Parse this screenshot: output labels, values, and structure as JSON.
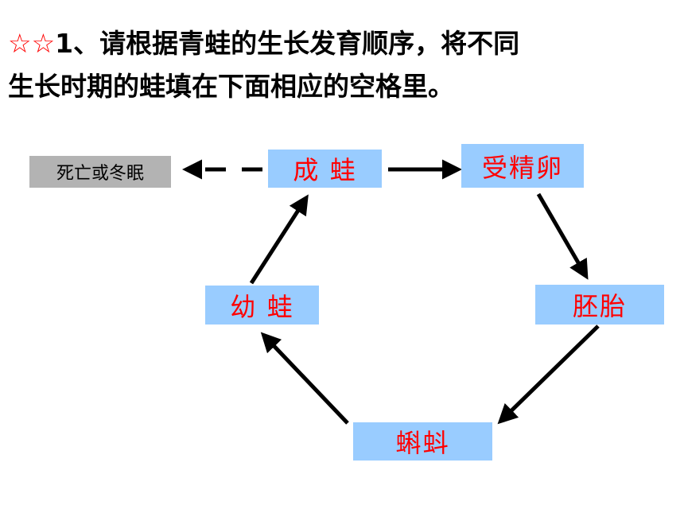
{
  "title": {
    "stars": "☆☆",
    "line1": "1、请根据青蛙的生长发育顺序，将不同",
    "line2": "生长时期的蛙填在下面相应的空格里。"
  },
  "stages": {
    "adult": "成 蛙",
    "egg": "受精卵",
    "embryo": "胚胎",
    "tadpole": "蝌蚪",
    "froglet": "幼 蛙"
  },
  "death_label": "死亡或冬眠",
  "colors": {
    "stage_box": "#99ccff",
    "stage_text": "#ff0000",
    "death_box": "#b3b3b3",
    "arrow": "#000000",
    "stars": "#ff0000"
  }
}
